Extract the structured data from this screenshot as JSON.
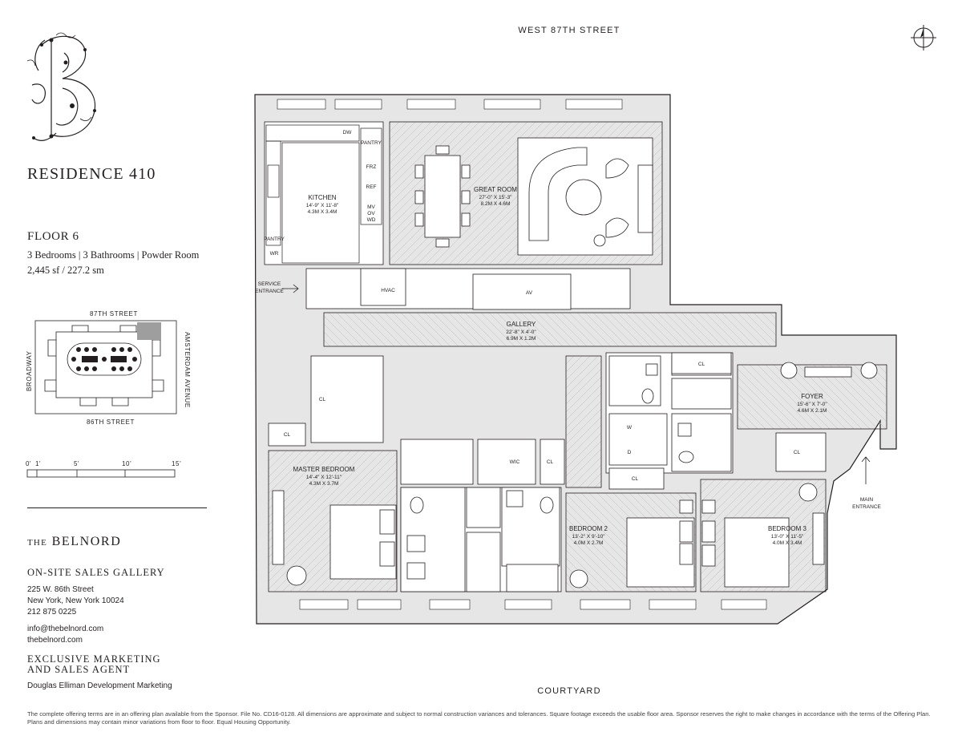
{
  "residence": {
    "title": "RESIDENCE 410"
  },
  "floor": {
    "title": "FLOOR 6",
    "rooms": "3 Bedrooms  | 3 Bathrooms | Powder Room",
    "area": "2,445 sf / 227.2 sm"
  },
  "keymap": {
    "north_street": "87TH STREET",
    "south_street": "86TH STREET",
    "west_street": "BROADWAY",
    "east_street": "AMSTERDAM AVENUE"
  },
  "scale": {
    "ticks": [
      "0'",
      "1'",
      "5'",
      "10'",
      "15'"
    ]
  },
  "brand": {
    "the": "THE",
    "name": "BELNORD"
  },
  "sales_gallery": {
    "heading": "ON-SITE SALES GALLERY",
    "address1": "225 W. 86th Street",
    "address2": "New York, New York 10024",
    "phone": "212 875 0225",
    "email": "info@thebelnord.com",
    "website": "thebelnord.com"
  },
  "agent": {
    "heading_line1": "EXCLUSIVE MARKETING",
    "heading_line2": "AND SALES AGENT",
    "name": "Douglas Elliman Development Marketing"
  },
  "plan": {
    "street_top": "WEST 87TH STREET",
    "street_bottom": "COURTYARD",
    "service_entrance": [
      "SERVICE",
      "ENTRANCE"
    ],
    "main_entrance": [
      "MAIN",
      "ENTRANCE"
    ],
    "rooms": {
      "kitchen": {
        "name": "KITCHEN",
        "dim1": "14'-9\" X 11'-8\"",
        "dim2": "4.3M X 3.4M"
      },
      "great_room": {
        "name": "GREAT ROOM",
        "dim1": "27'-0\" X 15'-3\"",
        "dim2": "8.2M X 4.6M"
      },
      "gallery": {
        "name": "GALLERY",
        "dim1": "22'-8\" X 4'-0\"",
        "dim2": "6.9M X 1.2M"
      },
      "foyer": {
        "name": "FOYER",
        "dim1": "15'-6\" X 7'-0\"",
        "dim2": "4.6M X 2.1M"
      },
      "master_bedroom": {
        "name": "MASTER BEDROOM",
        "dim1": "14'-4\" X 12'-11\"",
        "dim2": "4.3M X 3.7M"
      },
      "bedroom2": {
        "name": "BEDROOM 2",
        "dim1": "13'-2\" X 9'-10\"",
        "dim2": "4.0M X 2.7M"
      },
      "bedroom3": {
        "name": "BEDROOM 3",
        "dim1": "13'-0\" X 11'-5\"",
        "dim2": "4.0M X 3.4M"
      }
    },
    "tags": {
      "dw": "DW",
      "pantry": "PANTRY",
      "frz": "FRZ",
      "ref": "REF",
      "mv": "MV",
      "ov": "OV",
      "wd": "WD",
      "wr": "WR",
      "hvac": "HVAC",
      "av": "AV",
      "cl": "CL",
      "wic": "WIC",
      "w": "W",
      "d": "D"
    }
  },
  "disclaimer": "The complete offering terms are in an offering plan available from the Sponsor. File No. CD16-0128. All dimensions are approximate and subject to normal construction variances and tolerances. Square footage exceeds the usable floor area. Sponsor reserves the right to make changes in accordance with the terms of the Offering Plan. Plans and dimensions may contain minor variations from floor to floor. Equal Housing Opportunity."
}
